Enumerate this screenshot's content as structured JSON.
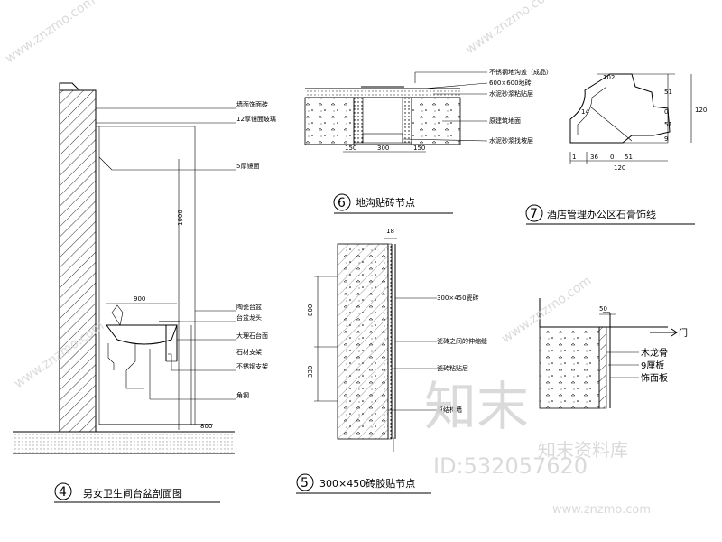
{
  "details": [
    {
      "number": "4",
      "title": "男女卫生间台盆剖面图",
      "labels": [
        "墙面饰面砖",
        "12厚镜面玻璃",
        "5厚镜面",
        "陶瓷台盆",
        "台盆龙头",
        "大理石台面",
        "石材支架",
        "不锈钢支架",
        "角钢"
      ],
      "dims": [
        "900",
        "1000",
        "800"
      ]
    },
    {
      "number": "5",
      "title": "300×450砖胶贴节点",
      "labels": [
        "300×450瓷砖",
        "瓷砖之间的伸缩缝",
        "瓷砖粘贴层",
        "原结构墙"
      ],
      "dims": [
        "18",
        "800",
        "330"
      ]
    },
    {
      "number": "6",
      "title": "地沟贴砖节点",
      "labels": [
        "不锈钢地沟盖（成品）",
        "600×600地砖",
        "水泥砂浆粘贴层",
        "原建筑地面",
        "水泥砂浆找坡层"
      ],
      "dims": [
        "150",
        "300",
        "150"
      ]
    },
    {
      "number": "7",
      "title": "酒店管理办公区石膏饰线",
      "labels": [],
      "dims": [
        "102",
        "14",
        "51",
        "0",
        "51",
        "9",
        "120",
        "120",
        "1",
        "36",
        "0",
        "51"
      ]
    },
    {
      "number": "",
      "title": "",
      "labels": [
        "门",
        "木龙骨",
        "9厘板",
        "饰面板"
      ],
      "dims": [
        "50"
      ]
    }
  ],
  "watermark": {
    "brand": "知末",
    "brand_sub": "知末资料库",
    "id": "ID:532057620",
    "url": "www.znzmo.com",
    "tile": "www.znzmo.com"
  },
  "colors": {
    "line": "#000000",
    "watermark": "#d6d6d6"
  }
}
